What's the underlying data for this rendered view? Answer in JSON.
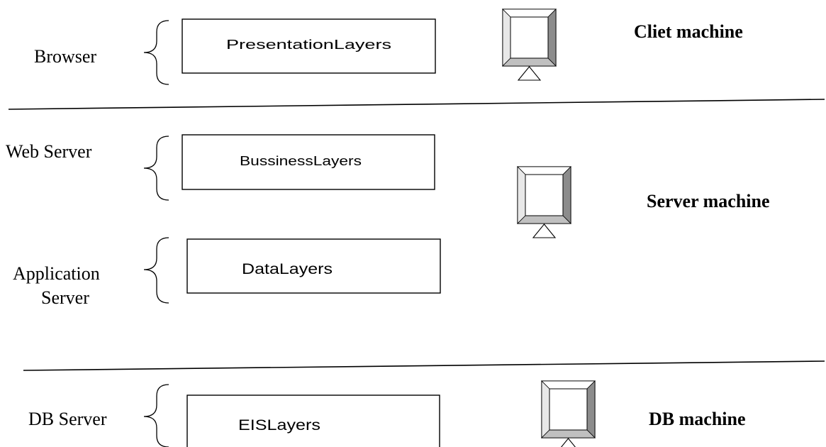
{
  "tiers": [
    {
      "software_label": [
        "Browser"
      ],
      "layer_label": "PresentationLayers",
      "machine_label": "Cliet machine"
    },
    {
      "software_label": [
        "Web Server"
      ],
      "layer_label": "BussinessLayers",
      "machine_label": "Server machine"
    },
    {
      "software_label": [
        "Application",
        "Server"
      ],
      "layer_label": "DataLayers"
    },
    {
      "software_label": [
        "DB Server"
      ],
      "layer_label": "EISLayers",
      "machine_label": "DB machine"
    }
  ],
  "icons": [
    "computer-monitor-icon",
    "computer-monitor-icon",
    "computer-monitor-icon"
  ]
}
